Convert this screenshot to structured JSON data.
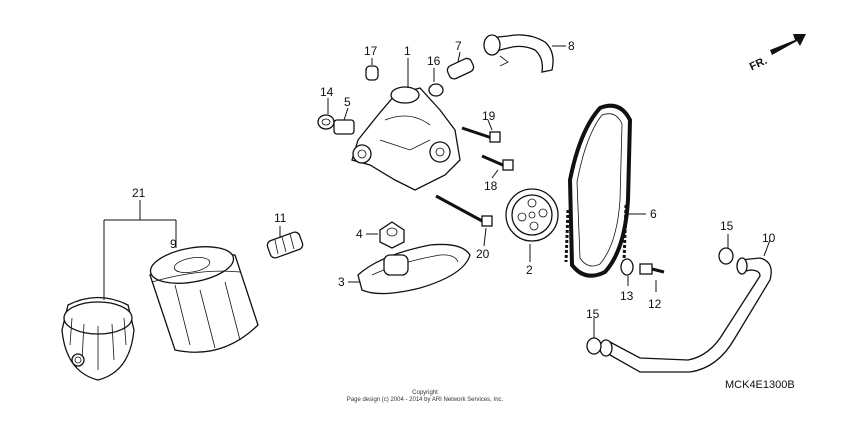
{
  "diagram": {
    "orientation_text": "FR.",
    "diagram_code": "MCK4E1300B",
    "copyright_line1": "Copyright",
    "copyright_line2": "Page design (c) 2004 - 2014 by ARI Network Services, Inc.",
    "callouts": [
      {
        "id": "c1",
        "label": "1"
      },
      {
        "id": "c2",
        "label": "2"
      },
      {
        "id": "c3",
        "label": "3"
      },
      {
        "id": "c4",
        "label": "4"
      },
      {
        "id": "c5",
        "label": "5"
      },
      {
        "id": "c6",
        "label": "6"
      },
      {
        "id": "c7",
        "label": "7"
      },
      {
        "id": "c8",
        "label": "8"
      },
      {
        "id": "c9",
        "label": "9"
      },
      {
        "id": "c10",
        "label": "10"
      },
      {
        "id": "c11",
        "label": "11"
      },
      {
        "id": "c12",
        "label": "12"
      },
      {
        "id": "c13",
        "label": "13"
      },
      {
        "id": "c14",
        "label": "14"
      },
      {
        "id": "c15a",
        "label": "15"
      },
      {
        "id": "c15b",
        "label": "15"
      },
      {
        "id": "c16",
        "label": "16"
      },
      {
        "id": "c17",
        "label": "17"
      },
      {
        "id": "c18",
        "label": "18"
      },
      {
        "id": "c19",
        "label": "19"
      },
      {
        "id": "c20",
        "label": "20"
      },
      {
        "id": "c21",
        "label": "21"
      }
    ]
  }
}
